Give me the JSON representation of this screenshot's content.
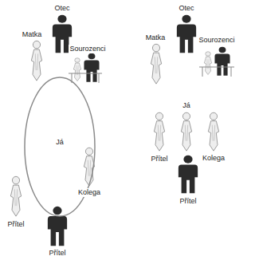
{
  "diagram": {
    "nodes": [
      {
        "text": [
          "Já"
        ]
      }
    ],
    "labels": [
      "Matka",
      "Otec",
      "Sourozenci",
      "Kolega",
      "Přítel",
      "Přítel",
      "Otec",
      "Matka",
      "Sourozenci",
      "Já",
      "Kolega",
      "Přítel",
      "Přítel"
    ]
  }
}
